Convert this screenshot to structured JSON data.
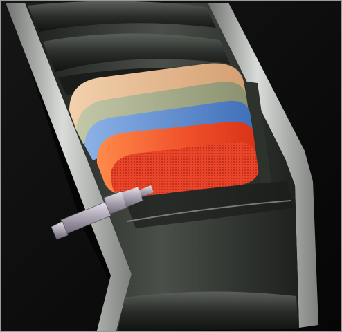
{
  "figure": {
    "caption": "",
    "components": [
      {
        "id": "pipe-wall",
        "icon": "pipe-wall-icon"
      },
      {
        "id": "layer-tan",
        "icon": "substrate-layer-icon",
        "color": "#e6b98f"
      },
      {
        "id": "layer-olive",
        "icon": "substrate-layer-icon",
        "color": "#a9b08d"
      },
      {
        "id": "layer-blue",
        "icon": "substrate-layer-icon",
        "color": "#5f8fcf"
      },
      {
        "id": "layer-red",
        "icon": "substrate-layer-icon",
        "color": "#f04a26"
      },
      {
        "id": "probe",
        "icon": "sensor-probe-icon",
        "color": "#b3adb9"
      }
    ]
  }
}
